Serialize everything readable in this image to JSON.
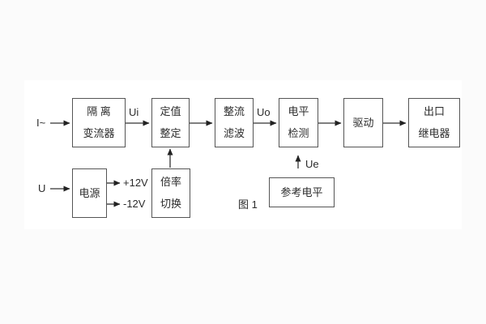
{
  "figure": {
    "caption": "图 1",
    "inputs": {
      "current_input": "I~",
      "voltage_input": "U"
    },
    "signal_labels": {
      "ui": "Ui",
      "uo": "Uo",
      "ue": "Ue",
      "rail_pos": "+12V",
      "rail_neg": "-12V"
    },
    "blocks": {
      "isolation_transformer": {
        "line1": "隔 离",
        "line2": "变流器"
      },
      "setting_adjust": {
        "line1": "定值",
        "line2": "整定"
      },
      "rectify_filter": {
        "line1": "整流",
        "line2": "滤波"
      },
      "level_detect": {
        "line1": "电平",
        "line2": "检测"
      },
      "drive": {
        "label": "驱动"
      },
      "output_relay": {
        "line1": "出口",
        "line2": "继电器"
      },
      "power_supply": {
        "label": "电源"
      },
      "ratio_switch": {
        "line1": "倍率",
        "line2": "切换"
      },
      "reference_level": {
        "label": "参考电平"
      }
    },
    "colors": {
      "line": "#333333",
      "box_border": "#555555",
      "text": "#2b2b2b",
      "panel_bg": "#ffffff",
      "page_bg": "#fbfbfb"
    }
  }
}
